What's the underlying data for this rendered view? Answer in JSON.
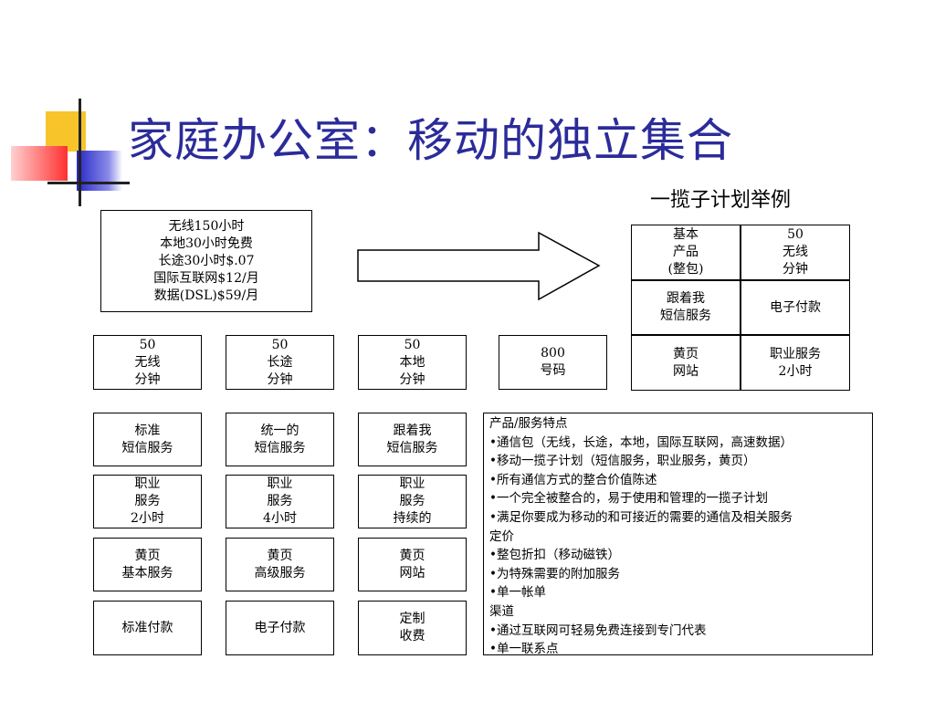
{
  "slide": {
    "title": "家庭办公室：移动的独立集合",
    "subtitle": "一揽子计划举例",
    "summary_lines": [
      "无线150小时",
      "本地30小时免费",
      "长途30小时$.07",
      "国际互联网$12/月",
      "数据(DSL)$59/月"
    ],
    "row1": [
      {
        "lines": [
          "50",
          "无线",
          "分钟"
        ]
      },
      {
        "lines": [
          "50",
          "长途",
          "分钟"
        ]
      },
      {
        "lines": [
          "50",
          "本地",
          "分钟"
        ]
      },
      {
        "lines": [
          "800",
          "号码"
        ]
      }
    ],
    "grid": [
      {
        "lines": [
          "基本",
          "产品",
          "(整包)"
        ]
      },
      {
        "lines": [
          "50",
          "无线",
          "分钟"
        ]
      },
      {
        "lines": [
          "跟着我",
          "短信服务"
        ]
      },
      {
        "lines": [
          "电子付款"
        ]
      },
      {
        "lines": [
          "黄页",
          "网站"
        ]
      },
      {
        "lines": [
          "职业服务",
          "2小时"
        ]
      }
    ],
    "options": [
      [
        {
          "lines": [
            "标准",
            "短信服务"
          ]
        },
        {
          "lines": [
            "统一的",
            "短信服务"
          ]
        },
        {
          "lines": [
            "跟着我",
            "短信服务"
          ]
        }
      ],
      [
        {
          "lines": [
            "职业",
            "服务",
            "2小时"
          ]
        },
        {
          "lines": [
            "职业",
            "服务",
            "4小时"
          ]
        },
        {
          "lines": [
            "职业",
            "服务",
            "持续的"
          ]
        }
      ],
      [
        {
          "lines": [
            "黄页",
            "基本服务"
          ]
        },
        {
          "lines": [
            "黄页",
            "高级服务"
          ]
        },
        {
          "lines": [
            "黄页",
            "网站"
          ]
        }
      ],
      [
        {
          "lines": [
            "标准付款"
          ]
        },
        {
          "lines": [
            "电子付款"
          ]
        },
        {
          "lines": [
            "定制",
            "收费"
          ]
        }
      ]
    ],
    "features": [
      "产品/服务特点",
      "•通信包（无线，长途，本地，国际互联网，高速数据）",
      "•移动一揽子计划（短信服务，职业服务，黄页）",
      "•所有通信方式的整合价值陈述",
      "•一个完全被整合的，易于使用和管理的一揽子计划",
      "•满足你要成为移动的和可接近的需要的通信及相关服务",
      "定价",
      "•整包折扣（移动磁铁）",
      "•为特殊需要的附加服务",
      "•单一帐单",
      "渠道",
      "•通过互联网可轻易免费连接到专门代表",
      "•单一联系点"
    ]
  },
  "colors": {
    "title": "#2b2b9a",
    "deco_yellow": "#f7c52a",
    "deco_blue": "#3333cc",
    "deco_red": "#ff3b3b"
  }
}
